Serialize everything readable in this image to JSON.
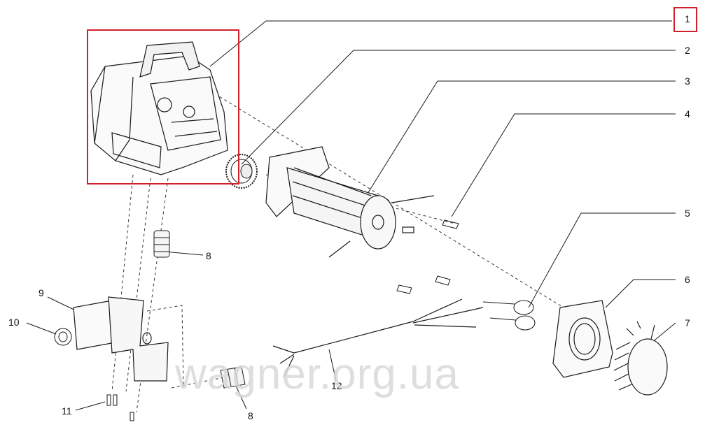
{
  "watermark": "wagner.org.ua",
  "callouts": {
    "c1": "1",
    "c2": "2",
    "c3": "3",
    "c4": "4",
    "c5": "5",
    "c6": "6",
    "c7": "7",
    "c8a": "8",
    "c8b": "8",
    "c9": "9",
    "c10": "10",
    "c11": "11",
    "c12": "12"
  },
  "colors": {
    "line": "#1a1a1a",
    "highlight": "#d0202a",
    "watermark": "#d9d9d9"
  }
}
